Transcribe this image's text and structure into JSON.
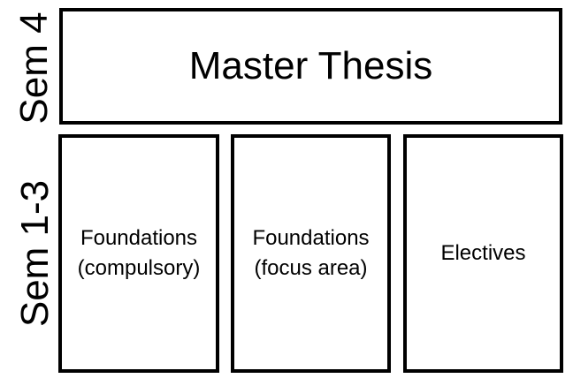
{
  "rows": {
    "top_label": "Sem 4",
    "bottom_label": "Sem 1-3"
  },
  "boxes": {
    "thesis": "Master Thesis",
    "foundations_compulsory": [
      "Foundations",
      "(compulsory)"
    ],
    "foundations_focus": [
      "Foundations",
      "(focus area)"
    ],
    "electives": "Electives"
  }
}
